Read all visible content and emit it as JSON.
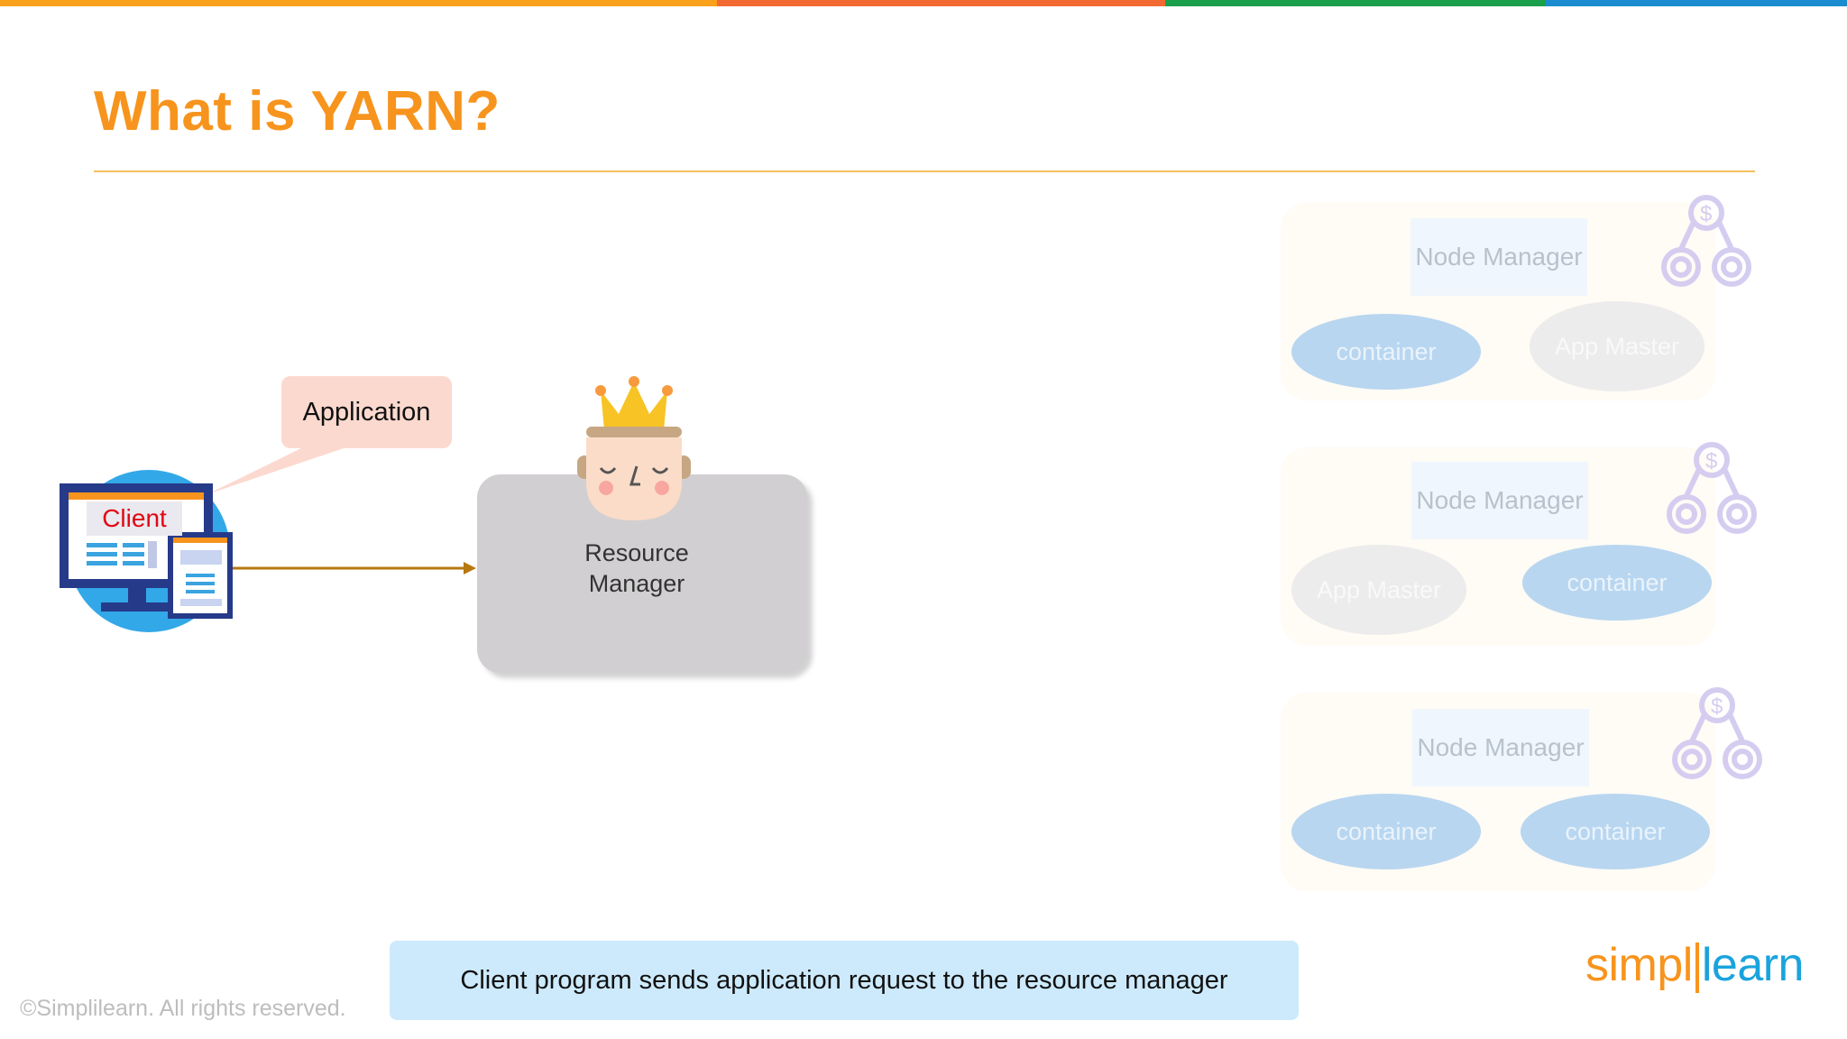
{
  "slide": {
    "title": "What is YARN?",
    "caption": "Client program sends application request to the resource manager",
    "copyright": "©Simplilearn. All rights reserved.",
    "logo": {
      "part1": "simpl",
      "part2": "learn"
    }
  },
  "colors": {
    "title": "#f7941d",
    "top_bar": [
      "#f9a11b",
      "#f26a31",
      "#1aa04b",
      "#1a8ccf"
    ],
    "container": "#b8d6f0",
    "caption_bg": "#cdeafc"
  },
  "diagram": {
    "client": {
      "label": "Client"
    },
    "request": {
      "label": "Application"
    },
    "resource_manager": {
      "label": "Resource Manager"
    },
    "node_groups": [
      {
        "node_manager": "Node Manager",
        "left_item": "container",
        "right_item": "App Master"
      },
      {
        "node_manager": "Node Manager",
        "left_item": "App Master",
        "right_item": "container"
      },
      {
        "node_manager": "Node Manager",
        "left_item": "container",
        "right_item": "container"
      }
    ]
  }
}
